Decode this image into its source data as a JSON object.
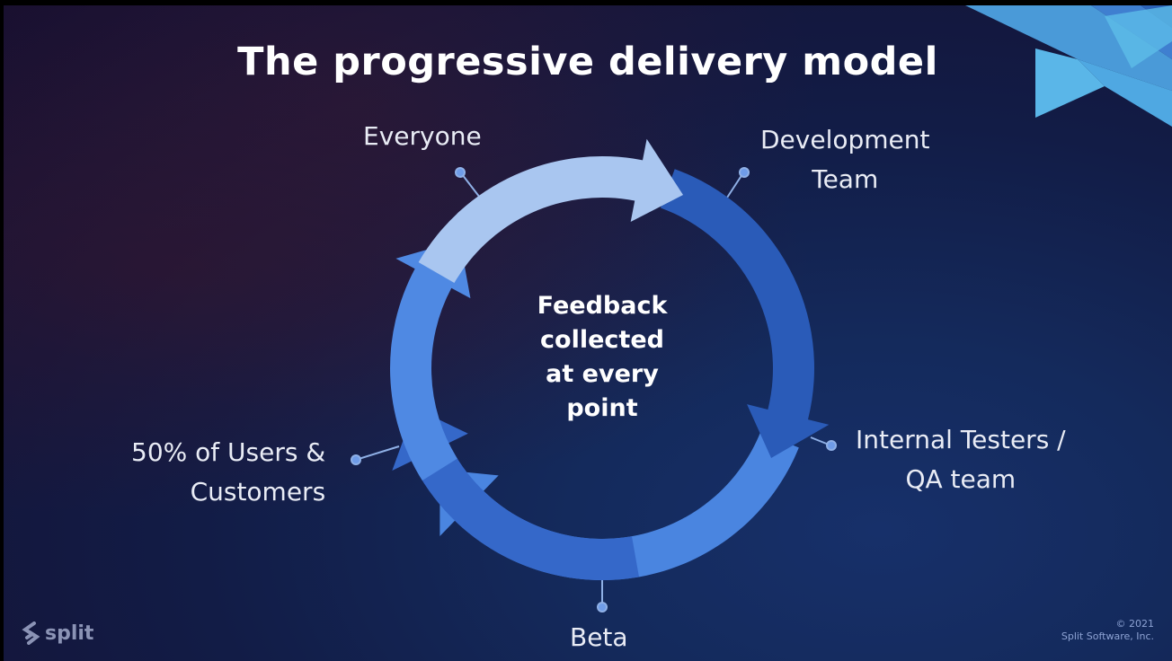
{
  "slide": {
    "title": "The progressive delivery model",
    "center_text": [
      "Feedback",
      "collected",
      "at every",
      "point"
    ],
    "stages": [
      {
        "lines": [
          "Development",
          "Team"
        ]
      },
      {
        "lines": [
          "Internal Testers /",
          "QA team"
        ]
      },
      {
        "lines": [
          "Beta"
        ]
      },
      {
        "lines": [
          "50% of Users &",
          "Customers"
        ]
      },
      {
        "lines": [
          "Everyone"
        ]
      }
    ],
    "colors": {
      "arc_top": "#a9c6f0",
      "arc_right_upper": "#2a5bb8",
      "arc_right": "#4a85e0",
      "arc_bottom": "#3568c9",
      "arc_left": "#4f89e3",
      "background": "#141e4a"
    }
  },
  "footer": {
    "logo_text": "split",
    "copyright_line1": "© 2021",
    "copyright_line2": "Split Software, Inc."
  }
}
